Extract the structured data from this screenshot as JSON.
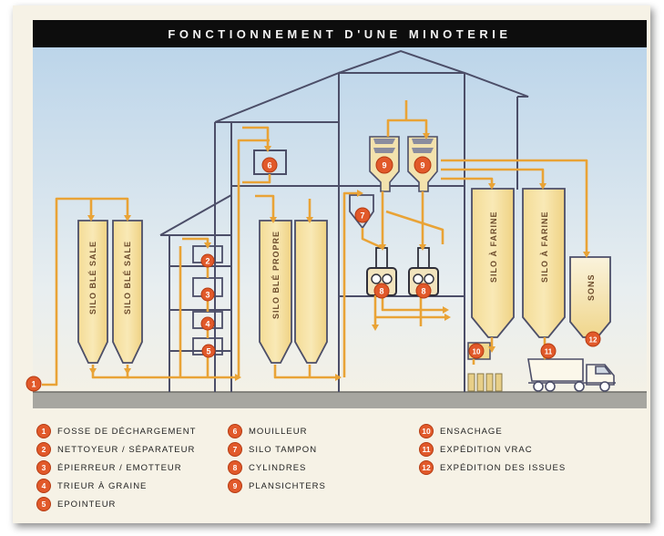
{
  "title": "FONCTIONNEMENT D'UNE MINOTERIE",
  "labels": {
    "silo_ble_sale_1": "SILO BLÉ SALE",
    "silo_ble_sale_2": "SILO BLÉ SALE",
    "silo_ble_propre": "SILO BLÉ PROPRE",
    "silo_farine_1": "SILO À FARINE",
    "silo_farine_2": "SILO À FARINE",
    "sons": "SONS"
  },
  "markers": {
    "m1": "1",
    "m2": "2",
    "m3": "3",
    "m4": "4",
    "m5": "5",
    "m6": "6",
    "m7": "7",
    "m8a": "8",
    "m8b": "8",
    "m9a": "9",
    "m9b": "9",
    "m10": "10",
    "m11": "11",
    "m12": "12"
  },
  "legend": [
    {
      "num": "1",
      "label": "FOSSE DE DÉCHARGEMENT"
    },
    {
      "num": "2",
      "label": "NETTOYEUR / SÉPARATEUR"
    },
    {
      "num": "3",
      "label": "ÉPIERREUR / EMOTTEUR"
    },
    {
      "num": "4",
      "label": "TRIEUR À GRAINE"
    },
    {
      "num": "5",
      "label": "EPOINTEUR"
    },
    {
      "num": "6",
      "label": "MOUILLEUR"
    },
    {
      "num": "7",
      "label": "SILO TAMPON"
    },
    {
      "num": "8",
      "label": "CYLINDRES"
    },
    {
      "num": "9",
      "label": "PLANSICHTERS"
    },
    {
      "num": "10",
      "label": "ENSACHAGE"
    },
    {
      "num": "11",
      "label": "EXPÉDITION VRAC"
    },
    {
      "num": "12",
      "label": "EXPÉDITION DES ISSUES"
    }
  ],
  "colors": {
    "pipe": "#e9a336",
    "marker": "#e1592a",
    "frame": "#4c4e68",
    "sky_top": "#cfe2f0",
    "silo_fill": "#f1d78d"
  }
}
